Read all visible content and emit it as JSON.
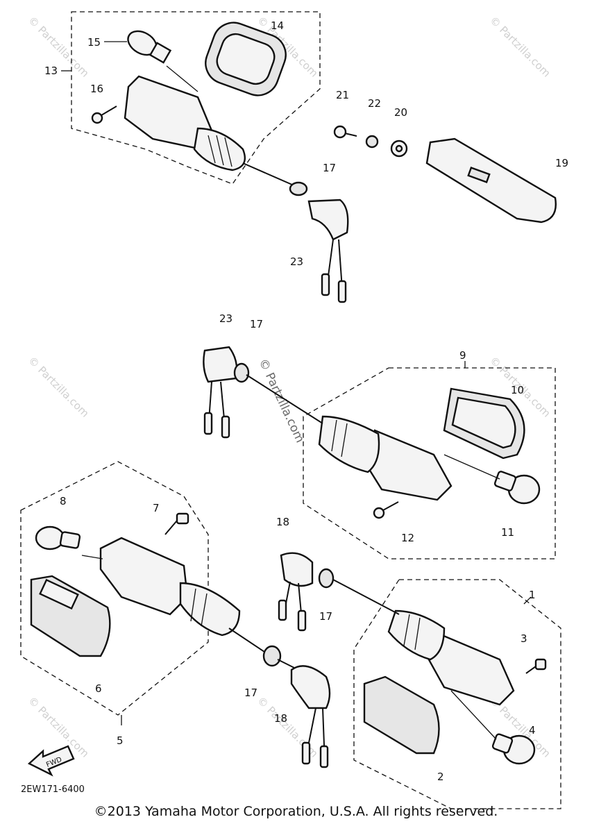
{
  "diagram": {
    "code": "2EW171-6400",
    "copyright": "©2013 Yamaha Motor Corporation, U.S.A. All rights reserved.",
    "watermark": "© Partzilla.com",
    "fwd_label": "FWD",
    "callouts": [
      "1",
      "2",
      "3",
      "4",
      "5",
      "6",
      "7",
      "8",
      "9",
      "10",
      "11",
      "12",
      "13",
      "14",
      "15",
      "16",
      "17",
      "18",
      "19",
      "20",
      "21",
      "22",
      "23"
    ],
    "callout_17b": "17",
    "callout_17c": "17",
    "callout_17d": "17",
    "callout_18b": "18",
    "callout_23b": "23"
  }
}
